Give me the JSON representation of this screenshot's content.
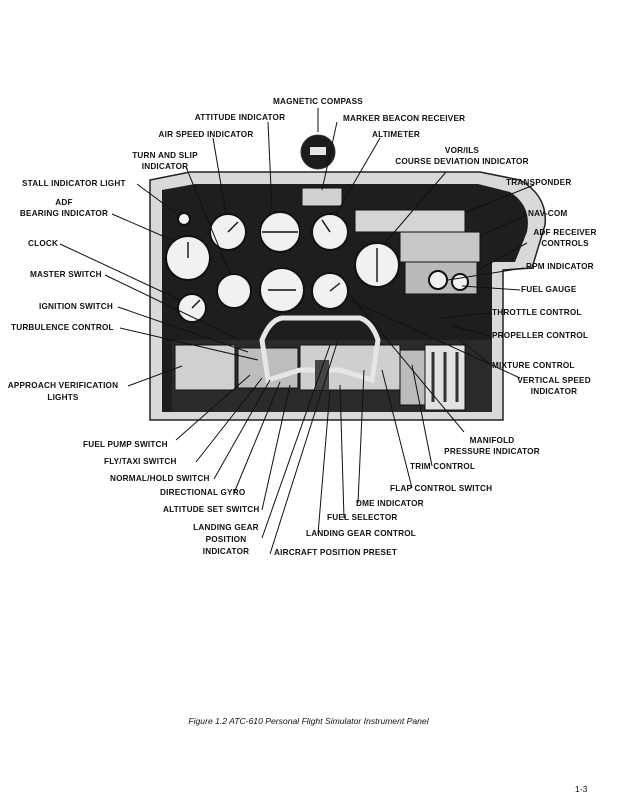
{
  "figure": {
    "caption": "Figure 1.2   ATC-610 Personal Flight Simulator Instrument Panel",
    "page_number": "1-3"
  },
  "labels": {
    "magnetic_compass": "MAGNETIC COMPASS",
    "attitude_indicator": "ATTITUDE INDICATOR",
    "marker_beacon_receiver": "MARKER BEACON RECEIVER",
    "air_speed_indicator": "AIR SPEED INDICATOR",
    "altimeter": "ALTIMETER",
    "turn_and_slip_1": "TURN AND SLIP",
    "turn_and_slip_2": "INDICATOR",
    "vor_ils_1": "VOR/ILS",
    "vor_ils_2": "COURSE DEVIATION INDICATOR",
    "stall_indicator_light": "STALL INDICATOR LIGHT",
    "transponder": "TRANSPONDER",
    "adf_bearing_1": "ADF",
    "adf_bearing_2": "BEARING INDICATOR",
    "nav_com": "NAV-COM",
    "adf_receiver_1": "ADF RECEIVER",
    "adf_receiver_2": "CONTROLS",
    "clock": "CLOCK",
    "rpm_indicator": "RPM INDICATOR",
    "master_switch": "MASTER SWITCH",
    "fuel_gauge": "FUEL GAUGE",
    "ignition_switch": "IGNITION SWITCH",
    "throttle_control": "THROTTLE CONTROL",
    "turbulence_control": "TURBULENCE CONTROL",
    "propeller_control": "PROPELLER CONTROL",
    "mixture_control": "MIXTURE CONTROL",
    "approach_verification_1": "APPROACH VERIFICATION",
    "approach_verification_2": "LIGHTS",
    "vertical_speed_1": "VERTICAL SPEED",
    "vertical_speed_2": "INDICATOR",
    "manifold_1": "MANIFOLD",
    "manifold_2": "PRESSURE INDICATOR",
    "fuel_pump_switch": "FUEL PUMP SWITCH",
    "fly_taxi_switch": "FLY/TAXI SWITCH",
    "trim_control": "TRIM CONTROL",
    "normal_hold_switch": "NORMAL/HOLD SWITCH",
    "flap_control_switch": "FLAP CONTROL SWITCH",
    "directional_gyro": "DIRECTIONAL GYRO",
    "dme_indicator": "DME INDICATOR",
    "altitude_set_switch": "ALTITUDE SET SWITCH",
    "fuel_selector": "FUEL SELECTOR",
    "landing_gear_position_1": "LANDING GEAR",
    "landing_gear_position_2": "POSITION",
    "landing_gear_position_3": "INDICATOR",
    "landing_gear_control": "LANDING GEAR CONTROL",
    "aircraft_position_preset": "AIRCRAFT POSITION PRESET"
  },
  "colors": {
    "ink": "#111111",
    "panel": "#1e1e1e",
    "bezel": "#c9c9c9"
  }
}
